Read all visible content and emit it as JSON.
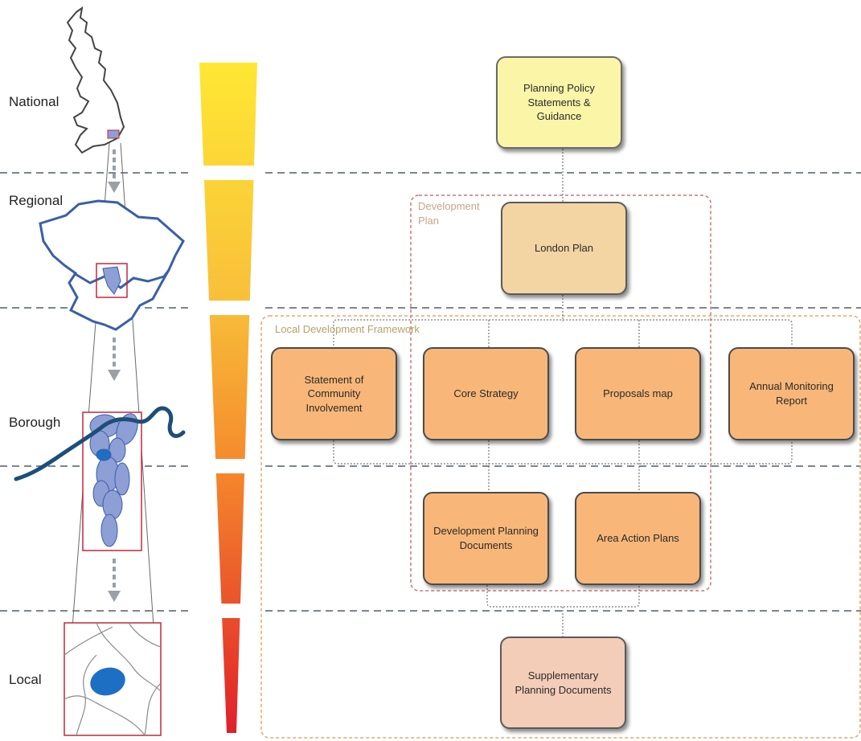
{
  "levels": {
    "national": "National",
    "regional": "Regional",
    "borough": "Borough",
    "local": "Local"
  },
  "groups": {
    "development_plan": "Development Plan",
    "ldf": "Local Development Framework"
  },
  "boxes": {
    "pps": "Planning Policy Statements & Guidance",
    "london_plan": "London Plan",
    "sci": "Statement of Community Involvement",
    "core_strategy": "Core Strategy",
    "proposals_map": "Proposals map",
    "amr": "Annual Monitoring Report",
    "dpd": "Development Planning Documents",
    "aap": "Area Action Plans",
    "spd": "Supplementary Planning Documents"
  },
  "colors": {
    "box_orange": "#f8b778",
    "box_yellow": "#fbf5a8",
    "box_tan": "#f2d5a2",
    "box_pink": "#f3cdb8",
    "map_blue": "#3a5fa8",
    "map_fill": "#8e9fd6",
    "river": "#1d4e7a",
    "frame_red": "#c0283c",
    "wedge_top": "#ffe733",
    "wedge_bottom": "#e0202a"
  }
}
